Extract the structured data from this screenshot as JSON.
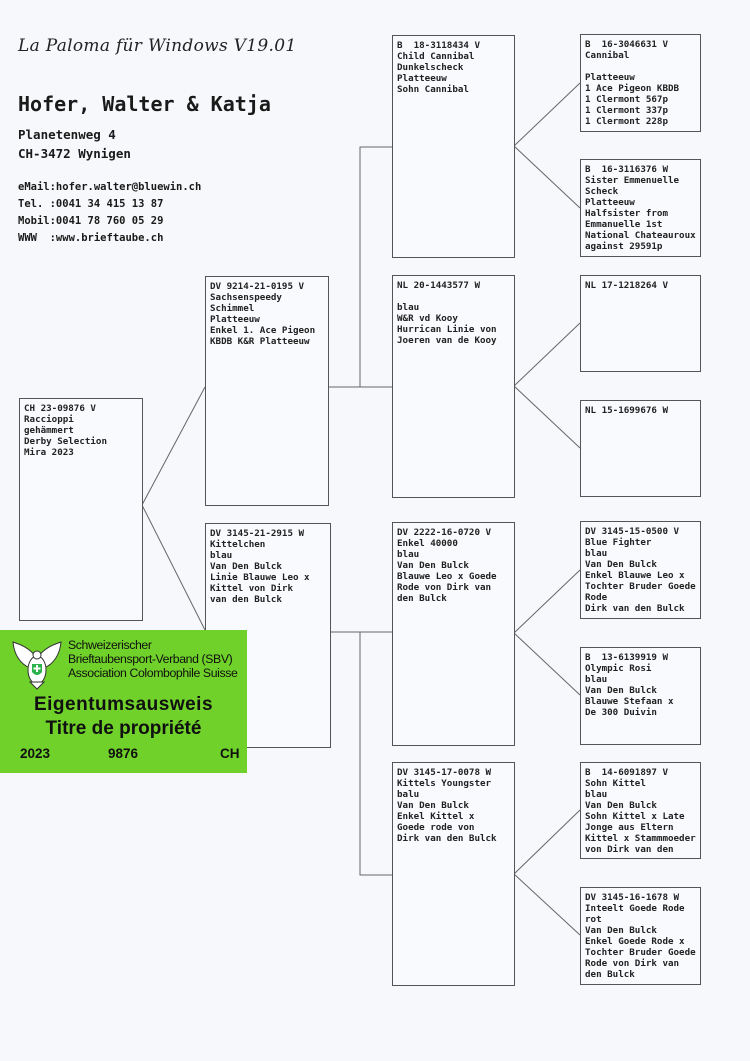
{
  "header": {
    "app_title": "La Paloma für Windows V19.01",
    "owner": "Hofer, Walter & Katja",
    "street": "Planetenweg 4",
    "city": "CH-3472 Wynigen",
    "email": "eMail:hofer.walter@bluewin.ch",
    "tel": "Tel. :0041 34 415 13 87",
    "mobil": "Mobil:0041 78 760 05 29",
    "www": "WWW  :www.brieftaube.ch"
  },
  "pedigree": {
    "subject": "CH 23-09876 V\nRaccioppi\ngehämmert\nDerby Selection\nMira 2023",
    "sire": "DV 9214-21-0195 V\nSachsenspeedy\nSchimmel\nPlatteeuw\nEnkel 1. Ace Pigeon\nKBDB K&R Platteeuw",
    "dam": "DV 3145-21-2915 W\nKittelchen\nblau\nVan Den Bulck\nLinie Blauwe Leo x\nKittel von Dirk\nvan den Bulck",
    "ss": "B  18-3118434 V\nChild Cannibal\nDunkelscheck\nPlatteeuw\nSohn Cannibal",
    "sd": "NL 20-1443577 W\n\nblau\nW&R vd Kooy\nHurrican Linie von\nJoeren van de Kooy",
    "ds": "DV 2222-16-0720 V\nEnkel 40000\nblau\nVan Den Bulck\nBlauwe Leo x Goede\nRode von Dirk van\nden Bulck",
    "dd": "DV 3145-17-0078 W\nKittels Youngster\nbalu\nVan Den Bulck\nEnkel Kittel x\nGoede rode von\nDirk van den Bulck",
    "sss": "B  16-3046631 V\nCannibal\n\nPlatteeuw\n1 Ace Pigeon KBDB\n1 Clermont 567p\n1 Clermont 337p\n1 Clermont 228p",
    "ssd": "B  16-3116376 W\nSister Emmenuelle\nScheck\nPlatteeuw\nHalfsister from\nEmmanuelle 1st\nNational Chateauroux\nagainst 29591p",
    "sds": "NL 17-1218264 V",
    "sdd": "NL 15-1699676 W",
    "dss": "DV 3145-15-0500 V\nBlue Fighter\nblau\nVan Den Bulck\nEnkel Blauwe Leo x\nTochter Bruder Goede\nRode\nDirk van den Bulck",
    "dsd": "B  13-6139919 W\nOlympic Rosi\nblau\nVan Den Bulck\nBlauwe Stefaan x\nDe 300 Duivin",
    "dds": "B  14-6091897 V\nSohn Kittel\nblau\nVan Den Bulck\nSohn Kittel x Late\nJonge aus Eltern\nKittel x Stammmoeder\nvon Dirk van den",
    "ddd": "DV 3145-16-1678 W\nInteelt Goede Rode\nrot\nVan Den Bulck\nEnkel Goede Rode x\nTochter Bruder Goede\nRode von Dirk van\nden Bulck"
  },
  "ownership_label": {
    "org_line1": "Schweizerischer",
    "org_line2": "Brieftaubensport-Verband (SBV)",
    "org_line3": "Association Colombophile Suisse",
    "title_de": "Eigentumsausweis",
    "title_fr": "Titre de propriété",
    "year": "2023",
    "number": "9876",
    "country": "CH",
    "color": "#6fd12a"
  }
}
